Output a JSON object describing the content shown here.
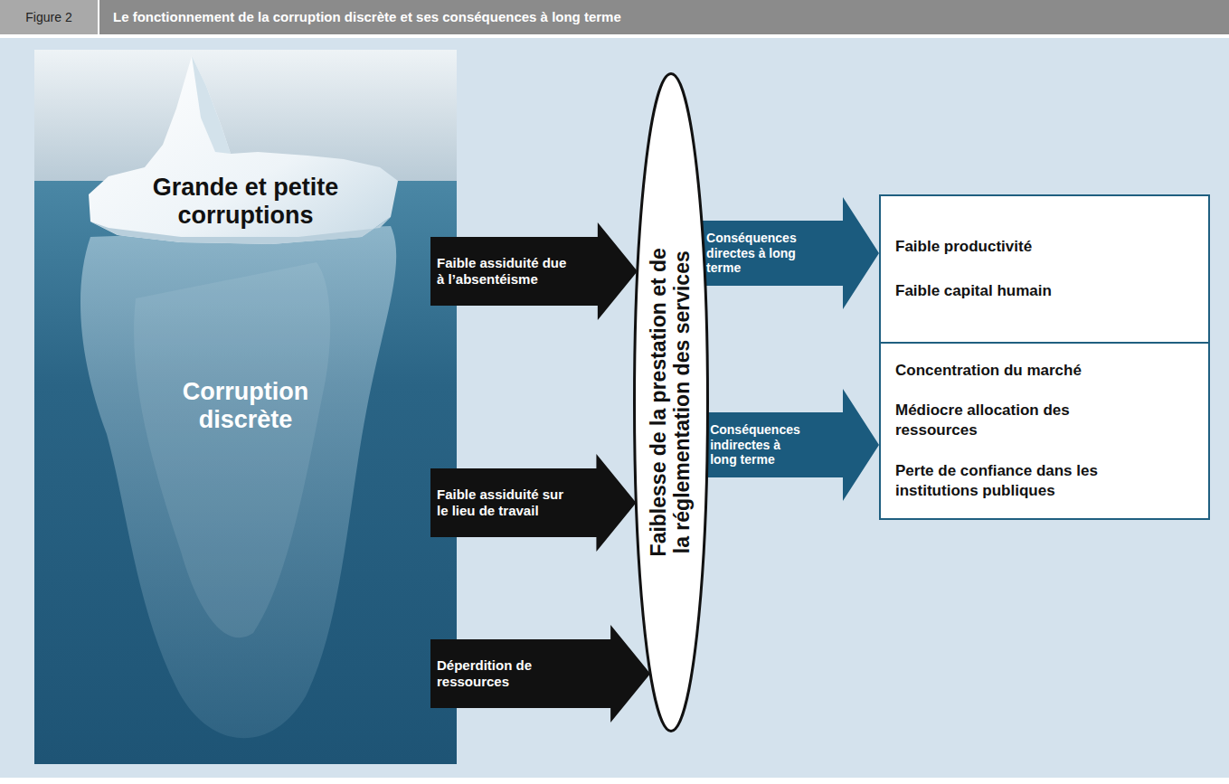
{
  "diagram": {
    "title": "Le fonctionnement de la corruption discrète et ses conséquences à long terme",
    "nodes": [
      {
        "text": [
          "Grande et petite corruptions",
          "Corruption discrète"
        ]
      },
      {
        "text": [
          "Faiblesse de la prestation et de la réglementation des services"
        ]
      },
      {
        "text": [
          "Faible productivité",
          "Faible capital humain"
        ]
      },
      {
        "text": [
          "Concentration du marché",
          "Médiocre allocation des ressources",
          "Perte de confiance dans les institutions publiques"
        ]
      }
    ],
    "edges": [
      {
        "from": 0,
        "to": 1,
        "label": "Faible assiduité due à l’absentéisme",
        "arrow": "to"
      },
      {
        "from": 0,
        "to": 1,
        "label": "Faible assiduité sur le lieu de travail",
        "arrow": "to"
      },
      {
        "from": 0,
        "to": 1,
        "label": "Déperdition de ressources",
        "arrow": "to"
      },
      {
        "from": 1,
        "to": 2,
        "label": "Conséquences directes à long terme",
        "arrow": "to"
      },
      {
        "from": 1,
        "to": 3,
        "label": "Conséquences indirectes à long terme",
        "arrow": "to"
      }
    ],
    "labels": [
      "Figure 2"
    ]
  }
}
